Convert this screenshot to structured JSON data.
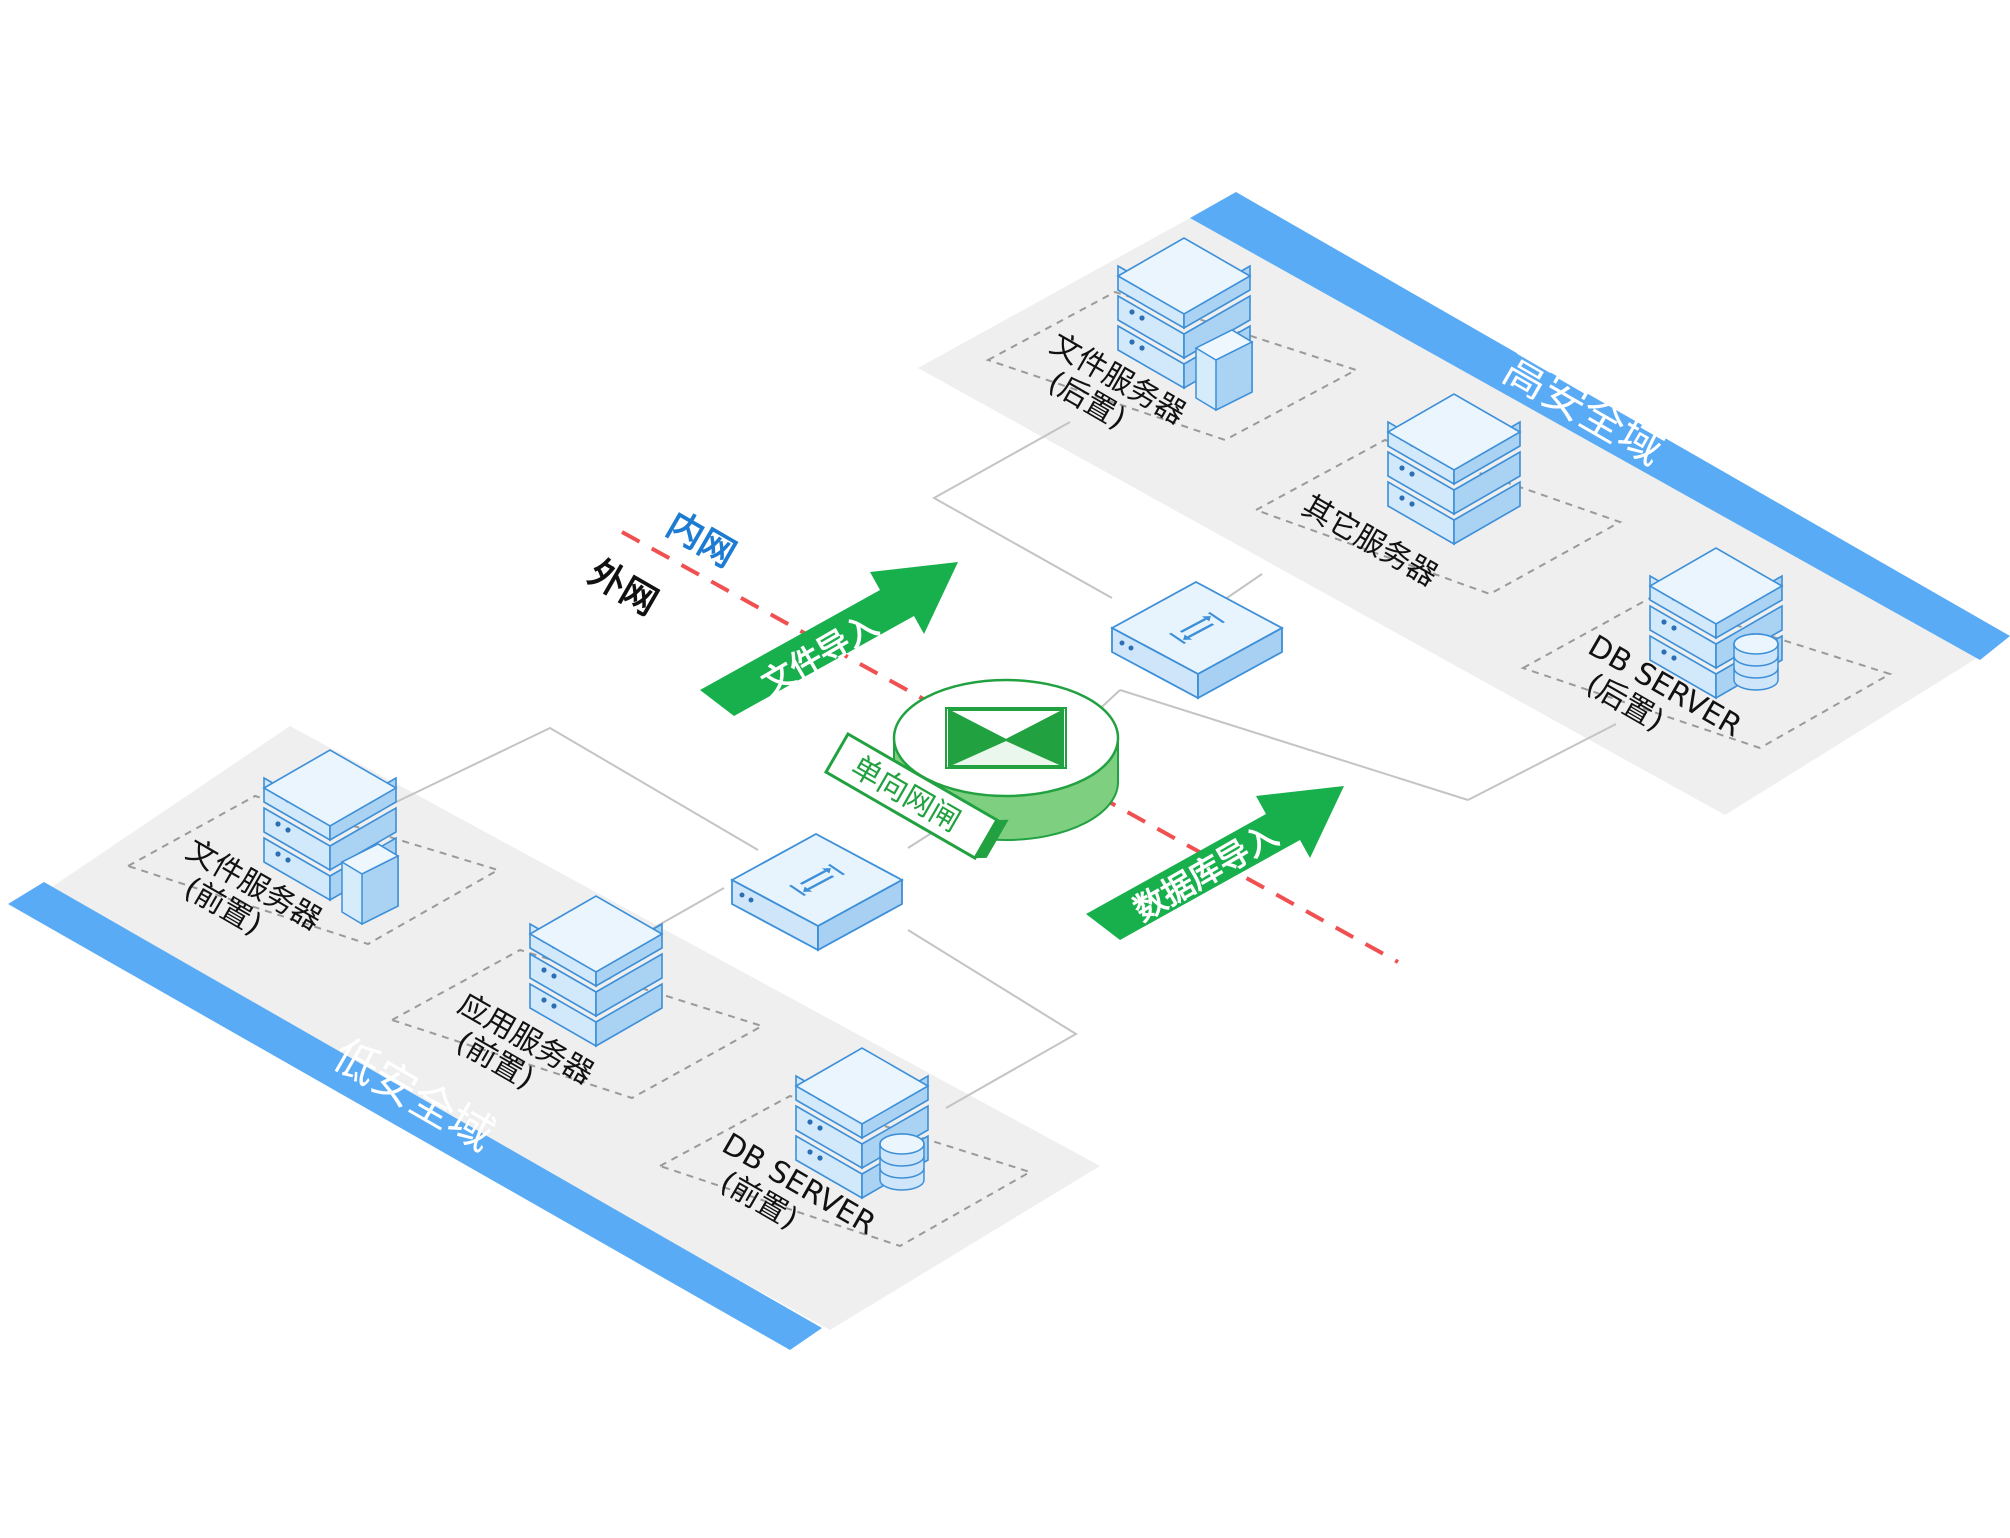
{
  "zones": {
    "high": {
      "label": "高安全域"
    },
    "low": {
      "label": "低安全域"
    }
  },
  "network": {
    "inner_label": "内网",
    "outer_label": "外网"
  },
  "arrows": {
    "file_import": "文件导入",
    "db_import": "数据库导入"
  },
  "gateway": {
    "label": "单向网闸"
  },
  "high_servers": {
    "file": {
      "line1": "文件服务器",
      "line2": "(后置)"
    },
    "other": {
      "line1": "其它服务器"
    },
    "db": {
      "line1": "DB SERVER",
      "line2": "(后置)"
    }
  },
  "low_servers": {
    "file": {
      "line1": "文件服务器",
      "line2": "(前置)"
    },
    "app": {
      "line1": "应用服务器",
      "line2": "(前置)"
    },
    "db": {
      "line1": "DB SERVER",
      "line2": "(前置)"
    }
  },
  "colors": {
    "zone_bar": "#5aabf5",
    "zone_bg": "#efefef",
    "server_top": "#e3f1fc",
    "server_side": "#b7dcf7",
    "server_edge": "#3d8fd8",
    "arrow_green": "#17b04d",
    "gateway_green": "#22a140",
    "divider_red": "#f05050",
    "inner_blue": "#1e7bd2"
  }
}
